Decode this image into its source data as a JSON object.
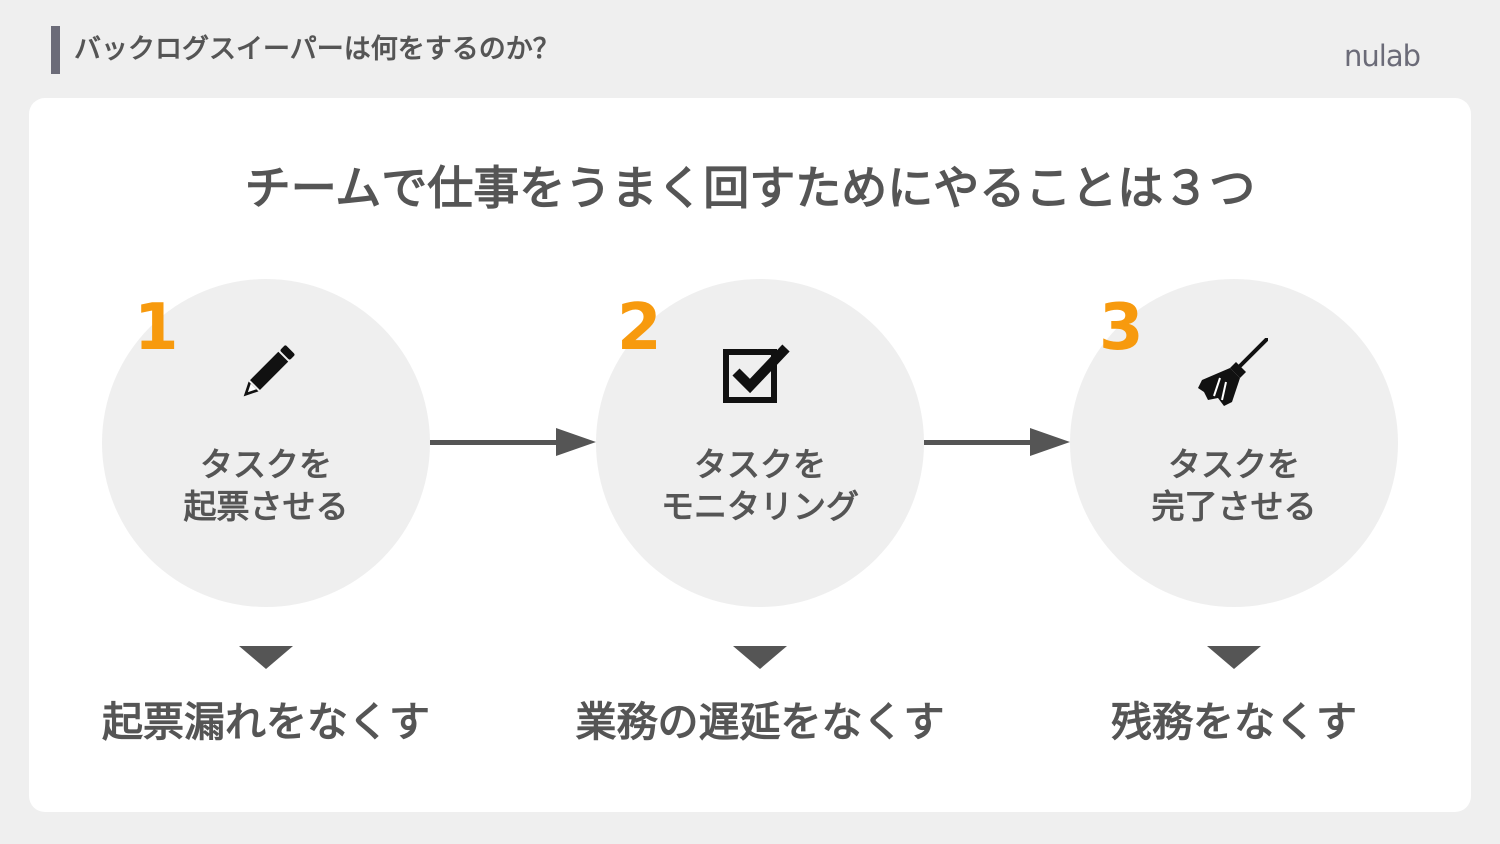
{
  "header": {
    "title": "バックログスイーパーは何をするのか？",
    "logo": "nulab"
  },
  "main": {
    "title": "チームで仕事をうまく回すためにやることは３つ"
  },
  "steps": [
    {
      "number": "1",
      "icon": "pencil-icon",
      "label_line1": "タスクを",
      "label_line2": "起票させる",
      "result": "起票漏れをなくす"
    },
    {
      "number": "2",
      "icon": "checkbox-icon",
      "label_line1": "タスクを",
      "label_line2": "モニタリング",
      "result": "業務の遅延をなくす"
    },
    {
      "number": "3",
      "icon": "broom-icon",
      "label_line1": "タスクを",
      "label_line2": "完了させる",
      "result": "残務をなくす"
    }
  ],
  "colors": {
    "accent": "#f79a0e",
    "text": "#555555",
    "header_bar": "#6b6b78",
    "circle": "#efefef",
    "background": "#efefef",
    "card": "#ffffff"
  }
}
